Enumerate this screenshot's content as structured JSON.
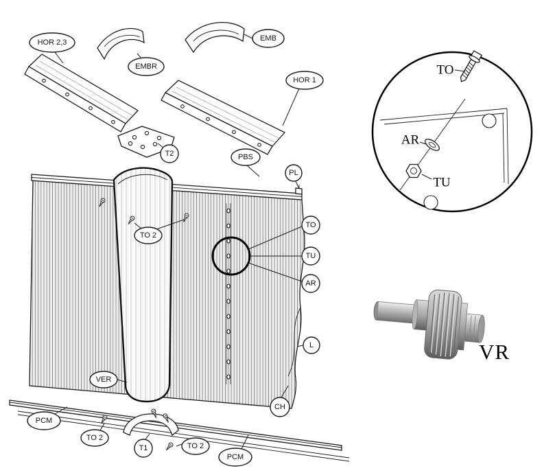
{
  "figure": {
    "title": "exploded-assembly-diagram",
    "callouts": {
      "hor23": "HOR 2,3",
      "embr": "EMBR",
      "emb": "EMB",
      "hor1": "HOR 1",
      "t2": "T2",
      "pbs": "PBS",
      "pl": "PL",
      "to2_wall": "TO 2",
      "to": "TO",
      "tu": "TU",
      "ar": "AR",
      "l": "L",
      "ver": "VER",
      "ch": "CH",
      "pcm_left": "PCM",
      "to2_left": "TO 2",
      "t1": "T1",
      "to2_right": "TO 2",
      "pcm_right": "PCM"
    },
    "detail": {
      "to": "TO",
      "ar": "AR",
      "tu": "TU"
    },
    "vr": "VR",
    "colors": {
      "line": "#1a1a1a",
      "metal_light": "#ededed",
      "metal_mid": "#b3b3b3",
      "metal_dark": "#6f6f6f"
    }
  }
}
